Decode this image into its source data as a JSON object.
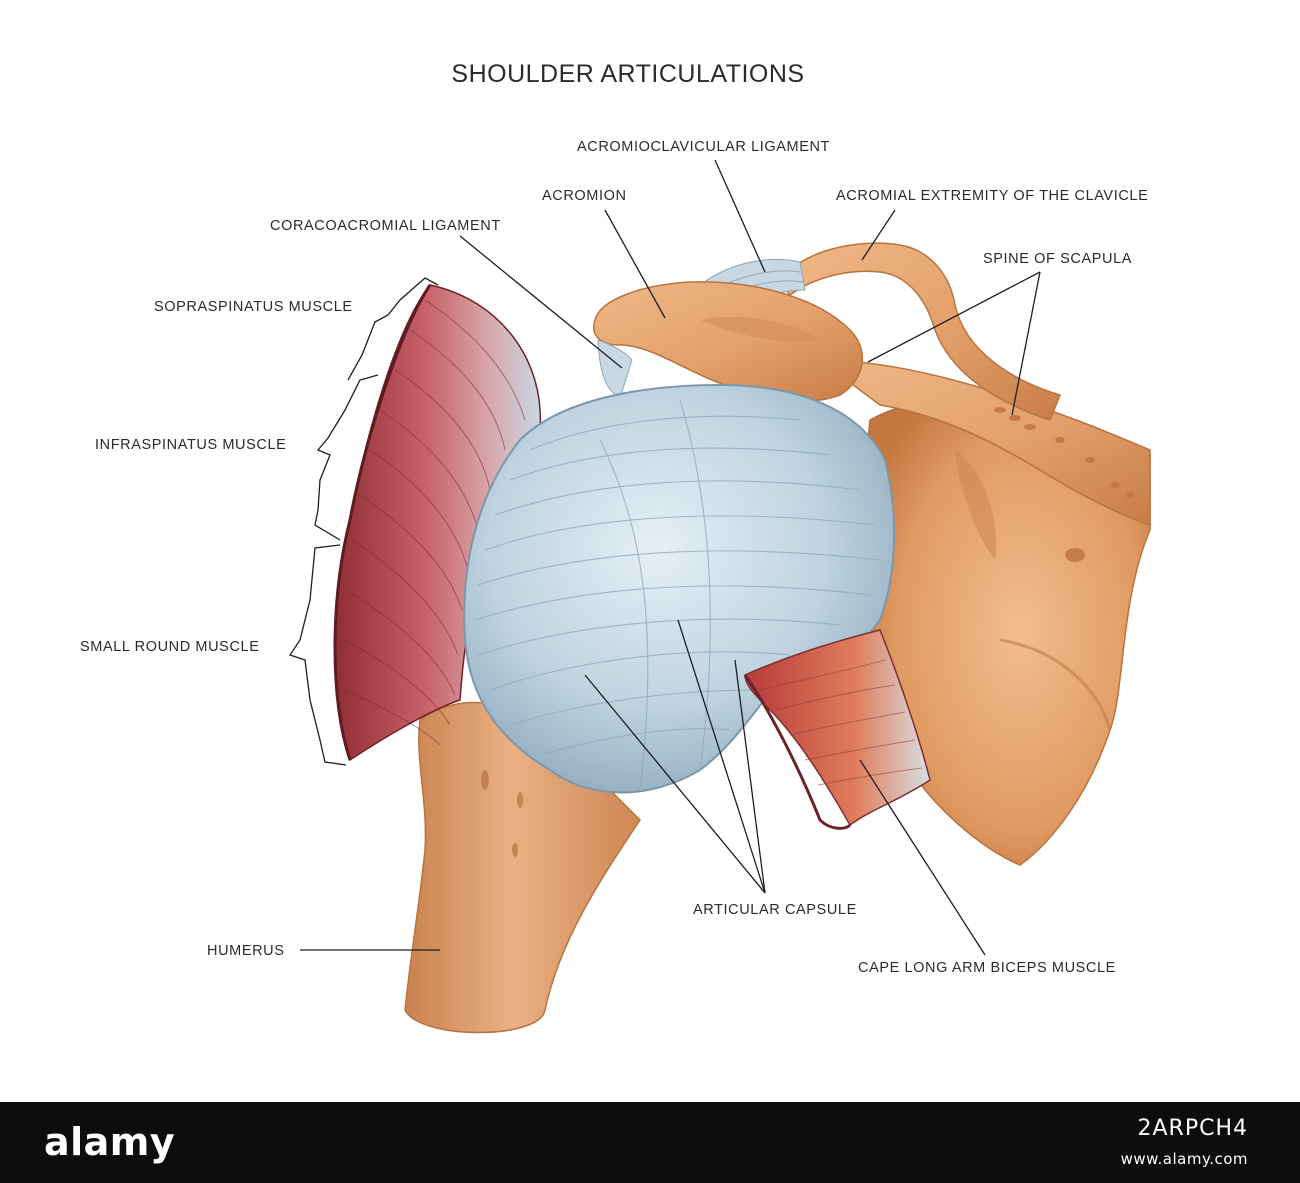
{
  "title": "SHOULDER ARTICULATIONS",
  "labels": {
    "acromioclavicular_ligament": "ACROMIOCLAVICULAR LIGAMENT",
    "acromion": "ACROMION",
    "acromial_extremity": "ACROMIAL EXTREMITY OF THE CLAVICLE",
    "coracoacromial_ligament": "CORACOACROMIAL LIGAMENT",
    "spine_of_scapula": "SPINE OF SCAPULA",
    "sopraspinatus_muscle": "SOPRASPINATUS MUSCLE",
    "infraspinatus_muscle": "INFRASPINATUS MUSCLE",
    "small_round_muscle": "SMALL ROUND MUSCLE",
    "humerus": "HUMERUS",
    "articular_capsule": "ARTICULAR CAPSULE",
    "cape_long_arm_biceps": "CAPE LONG ARM BICEPS MUSCLE"
  },
  "footer": {
    "brand": "alamy",
    "image_id": "2ARPCH4",
    "website": "www.alamy.com"
  },
  "colors": {
    "bone": "#e4a56f",
    "capsule": "#c7d8e4",
    "muscle": "#b2404a",
    "text": "#2b2b2b",
    "footer_bg": "#0d0d0d"
  }
}
